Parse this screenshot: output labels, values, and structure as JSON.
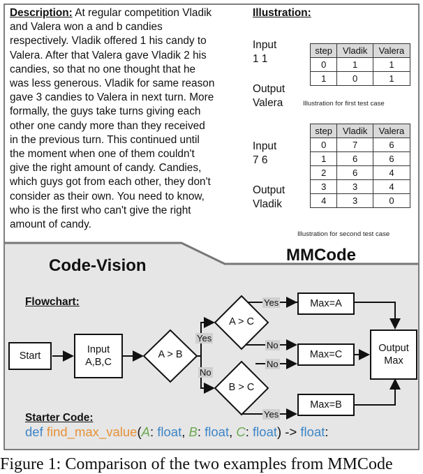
{
  "description": {
    "heading": "Description:",
    "lines": [
      " At regular competition Vladik",
      "and Valera won a and b candies",
      "respectively. Vladik offered 1 his candy to",
      "Valera. After that Valera gave Vladik 2 his",
      "candies, so that no one thought that he",
      "was less generous. Vladik for same reason",
      "gave 3 candies to Valera in next turn. More",
      "formally, the guys take turns giving each",
      "other one candy more than they received",
      "in the previous turn. This continued until",
      "the moment when one of them couldn't",
      "give the right amount of candy. Candies,",
      "which guys got from each other, they don't",
      "consider as their own. You need to know,",
      "who is the first who can't give the right",
      "amount of candy."
    ]
  },
  "illustration": {
    "heading": "Illustration:",
    "case1": {
      "input_label": "Input",
      "input_value": "1 1",
      "output_label": "Output",
      "output_value": "Valera",
      "headers": [
        "step",
        "Vladik",
        "Valera"
      ],
      "rows": [
        [
          "0",
          "1",
          "1"
        ],
        [
          "1",
          "0",
          "1"
        ]
      ],
      "caption": "Illustration for first test case"
    },
    "case2": {
      "input_label": "Input",
      "input_value": "7 6",
      "output_label": "Output",
      "output_value": "Vladik",
      "headers": [
        "step",
        "Vladik",
        "Valera"
      ],
      "rows": [
        [
          "0",
          "7",
          "6"
        ],
        [
          "1",
          "6",
          "6"
        ],
        [
          "2",
          "6",
          "4"
        ],
        [
          "3",
          "3",
          "4"
        ],
        [
          "4",
          "3",
          "0"
        ]
      ],
      "caption": "Illustration for second test case"
    }
  },
  "titles": {
    "left": "Code-Vision",
    "right": "MMCode"
  },
  "flowchart": {
    "heading": "Flowchart:",
    "start": "Start",
    "input_line1": "Input",
    "input_line2": "A,B,C",
    "cond_ab": "A > B",
    "cond_ac": "A > C",
    "cond_bc": "B > C",
    "max_a": "Max=A",
    "max_c": "Max=C",
    "max_b": "Max=B",
    "output_line1": "Output",
    "output_line2": "Max",
    "yes": "Yes",
    "no": "No"
  },
  "starter_code": {
    "heading": "Starter Code:",
    "def": "def",
    "fname": "find_max_value",
    "open": "(",
    "a": "A",
    "b": "B",
    "c": "C",
    "colon_sep": ": ",
    "float": "float",
    "comma": ", ",
    "close_arrow": ") -> ",
    "end": ":"
  },
  "figure_caption": "Figure 1: Comparison of the two examples from MMCode"
}
